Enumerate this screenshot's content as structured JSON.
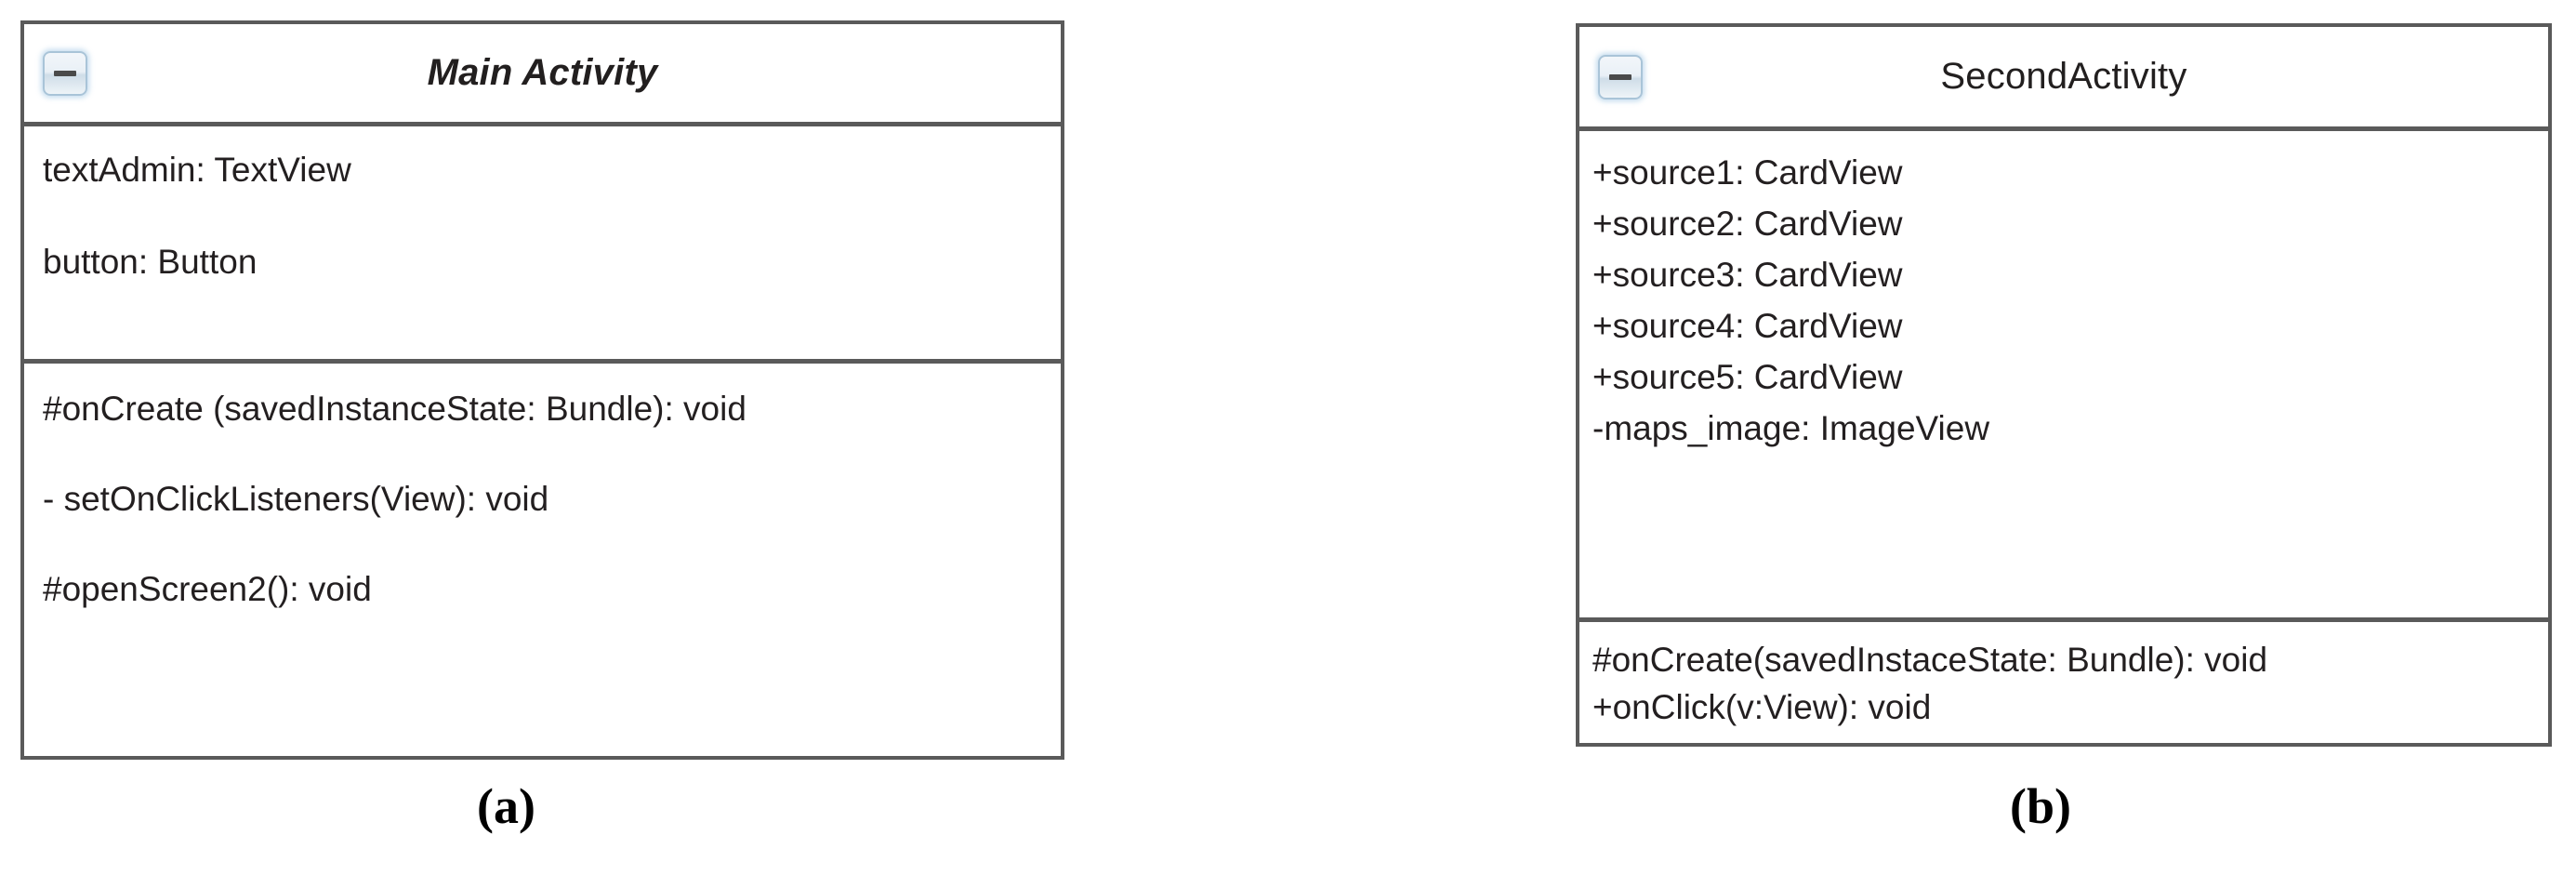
{
  "figure": {
    "type": "uml-class-diagram",
    "colors": {
      "border": "#5a5a5a",
      "text": "#231f20",
      "background": "#ffffff",
      "icon_border": "#a9c4d8",
      "icon_glow": "#b0d0e8"
    },
    "subfigures": [
      {
        "caption": "(a)",
        "class_name": "Main Activity",
        "is_abstract": true,
        "collapse_icon": "minus-collapse-icon",
        "attributes": [
          "textAdmin: TextView",
          "button: Button"
        ],
        "operations": [
          "#onCreate (savedInstanceState: Bundle): void",
          "- setOnClickListeners(View): void",
          "#openScreen2(): void"
        ]
      },
      {
        "caption": "(b)",
        "class_name": "SecondActivity",
        "is_abstract": false,
        "collapse_icon": "minus-collapse-icon",
        "attributes": [
          "+source1: CardView",
          "+source2: CardView",
          "+source3: CardView",
          "+source4: CardView",
          "+source5: CardView",
          "-maps_image: ImageView"
        ],
        "operations": [
          "#onCreate(savedInstaceState: Bundle): void",
          "+onClick(v:View): void"
        ]
      }
    ]
  }
}
